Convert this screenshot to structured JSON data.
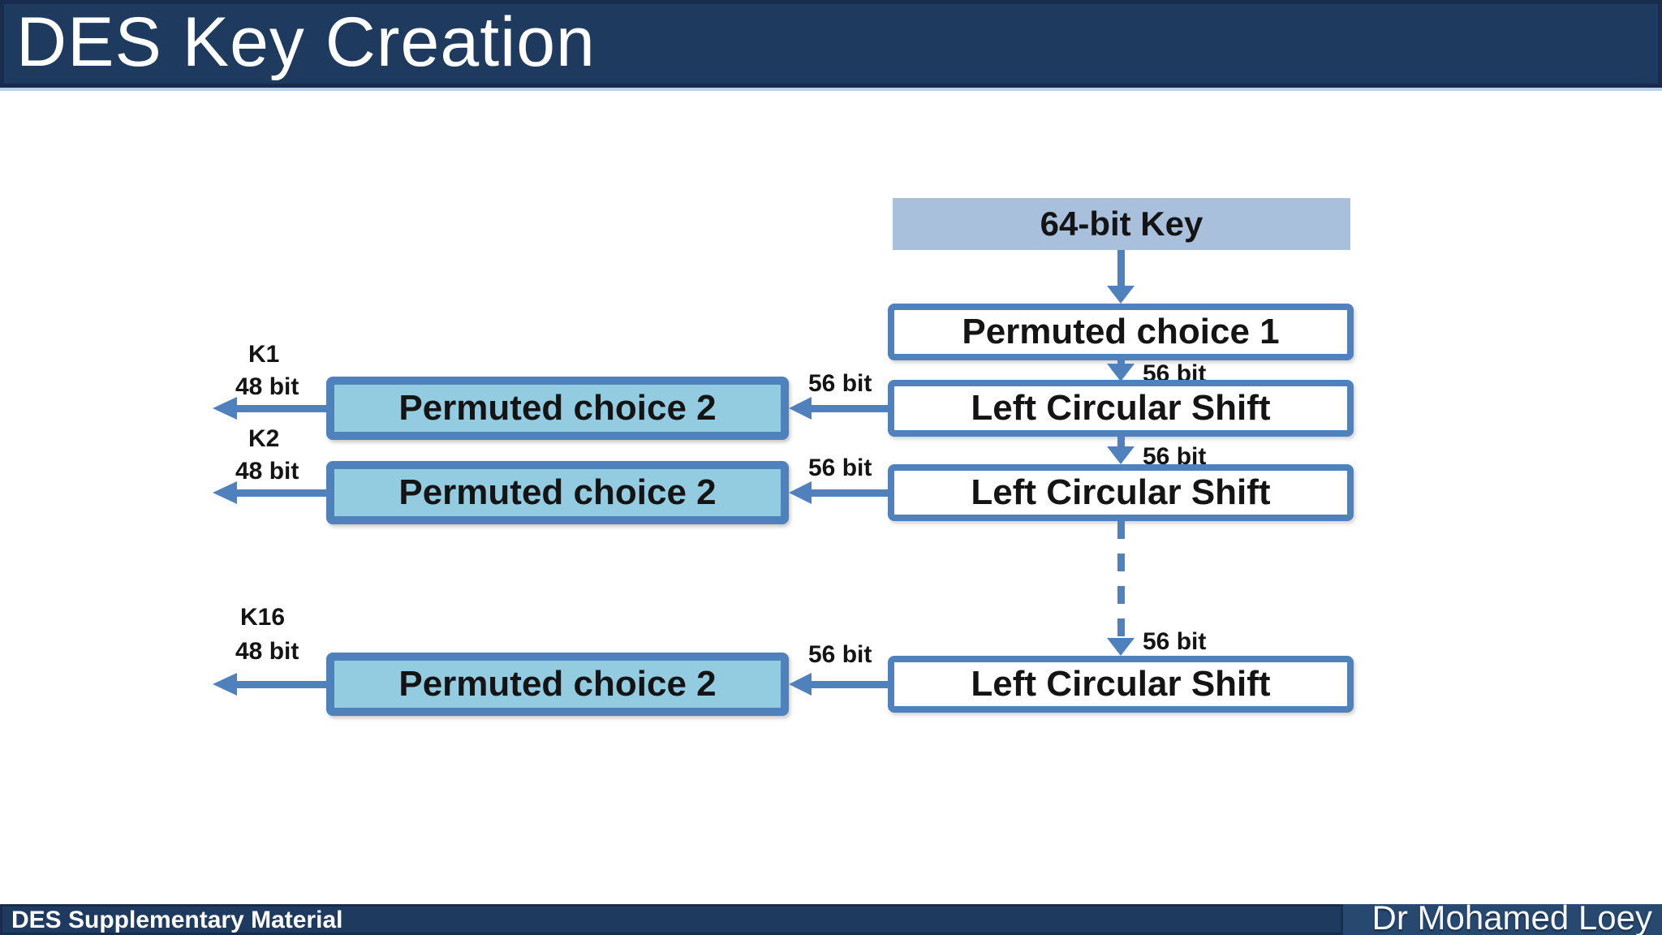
{
  "header": {
    "title": "DES Key Creation"
  },
  "diagram": {
    "key_box_label": "64-bit Key",
    "pc1_label": "Permuted choice 1",
    "chain_labels": [
      "56 bit",
      "56 bit",
      "56 bit"
    ],
    "rows": [
      {
        "key_name": "K1",
        "key_bits": "48 bit",
        "in_label": "56 bit",
        "pc2_label": "Permuted choice 2",
        "lcs_label": "Left Circular Shift"
      },
      {
        "key_name": "K2",
        "key_bits": "48 bit",
        "in_label": "56 bit",
        "pc2_label": "Permuted choice 2",
        "lcs_label": "Left Circular Shift"
      },
      {
        "key_name": "K16",
        "key_bits": "48 bit",
        "in_label": "56 bit",
        "pc2_label": "Permuted choice 2",
        "lcs_label": "Left Circular Shift"
      }
    ]
  },
  "footer": {
    "left": "DES Supplementary Material",
    "right": "Dr Mohamed Loey"
  },
  "colors": {
    "header_navy": "#1f3a5f",
    "accent_blue": "#4f81bd",
    "key_box_fill": "#a9c0dd",
    "pc2_fill": "#93cce0",
    "header_underline": "#b9d2e4",
    "text": "#141414"
  }
}
